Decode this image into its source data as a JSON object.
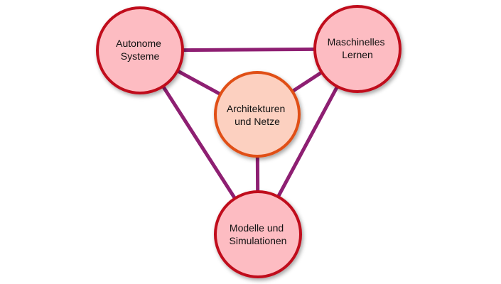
{
  "diagram": {
    "colors": {
      "edge": "#8e1f72",
      "outer_fill": "#fdbcc2",
      "outer_stroke": "#c0101e",
      "center_fill": "#fcd0c0",
      "center_stroke": "#e05018"
    },
    "nodes": {
      "autonome": {
        "line1": "Autonome",
        "line2": "Systeme"
      },
      "maschinelles": {
        "line1": "Maschinelles",
        "line2": "Lernen"
      },
      "architekturen": {
        "line1": "Architekturen",
        "line2": "und Netze"
      },
      "modelle": {
        "line1": "Modelle und",
        "line2": "Simulationen"
      }
    },
    "edges": [
      {
        "from": "autonome",
        "to": "maschinelles"
      },
      {
        "from": "autonome",
        "to": "modelle"
      },
      {
        "from": "maschinelles",
        "to": "modelle"
      },
      {
        "from": "autonome",
        "to": "architekturen"
      },
      {
        "from": "maschinelles",
        "to": "architekturen"
      },
      {
        "from": "architekturen",
        "to": "modelle"
      }
    ]
  }
}
